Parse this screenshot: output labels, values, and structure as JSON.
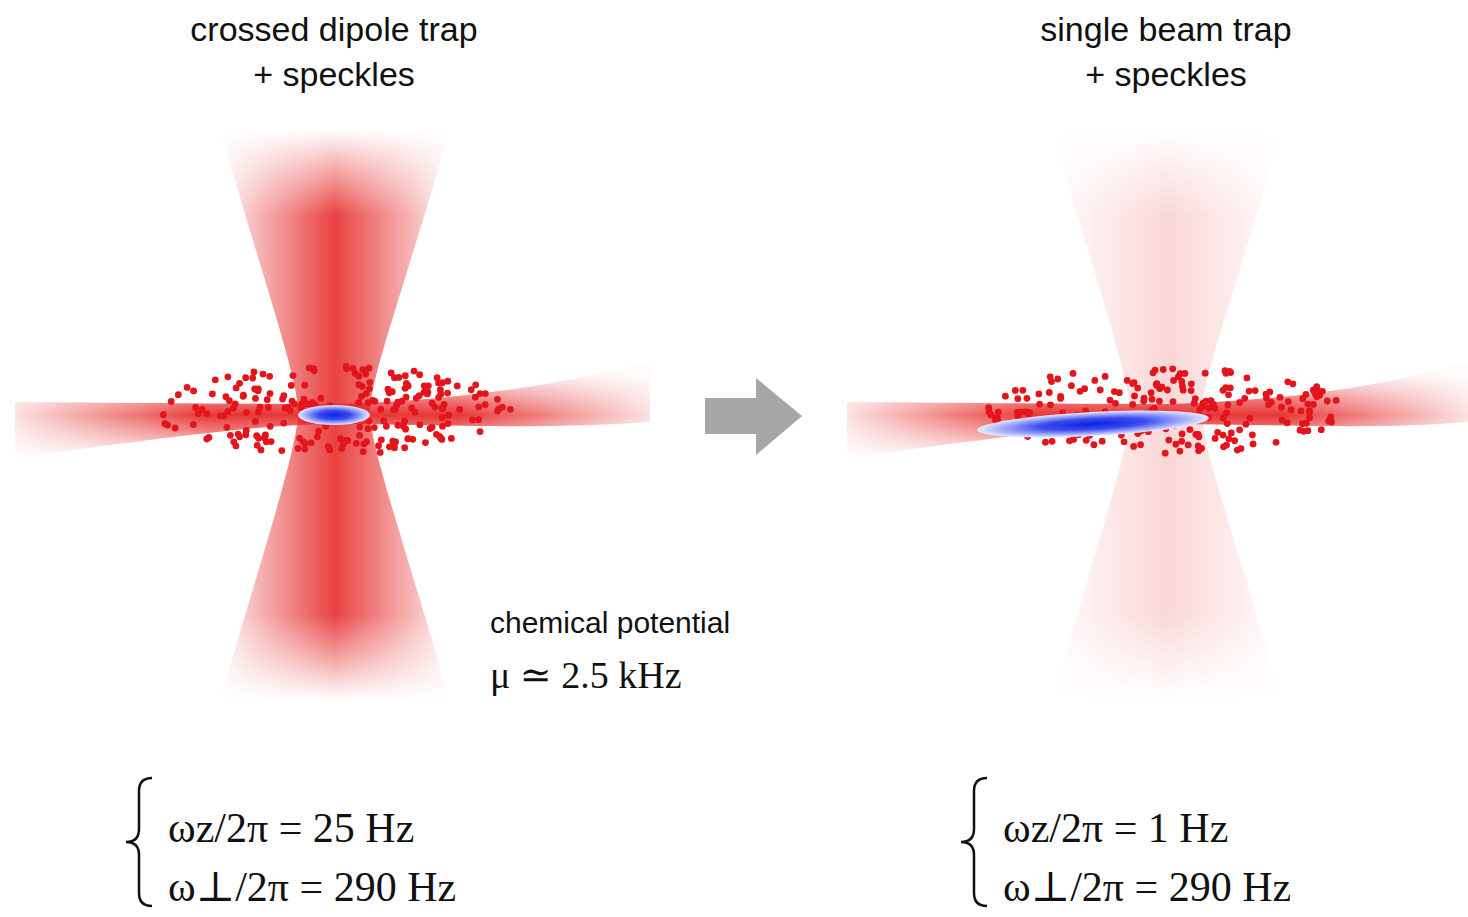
{
  "diagram": {
    "labels": [
      "crossed dipole trap",
      "+ speckles",
      "single beam trap",
      "+ speckles",
      "chemical potential",
      "μ ≃ 2.5 kHz",
      "ωz/2π = 25 Hz",
      "ω⊥/2π = 290 Hz",
      "ωz/2π = 1 Hz",
      "ω⊥/2π = 290 Hz"
    ]
  }
}
